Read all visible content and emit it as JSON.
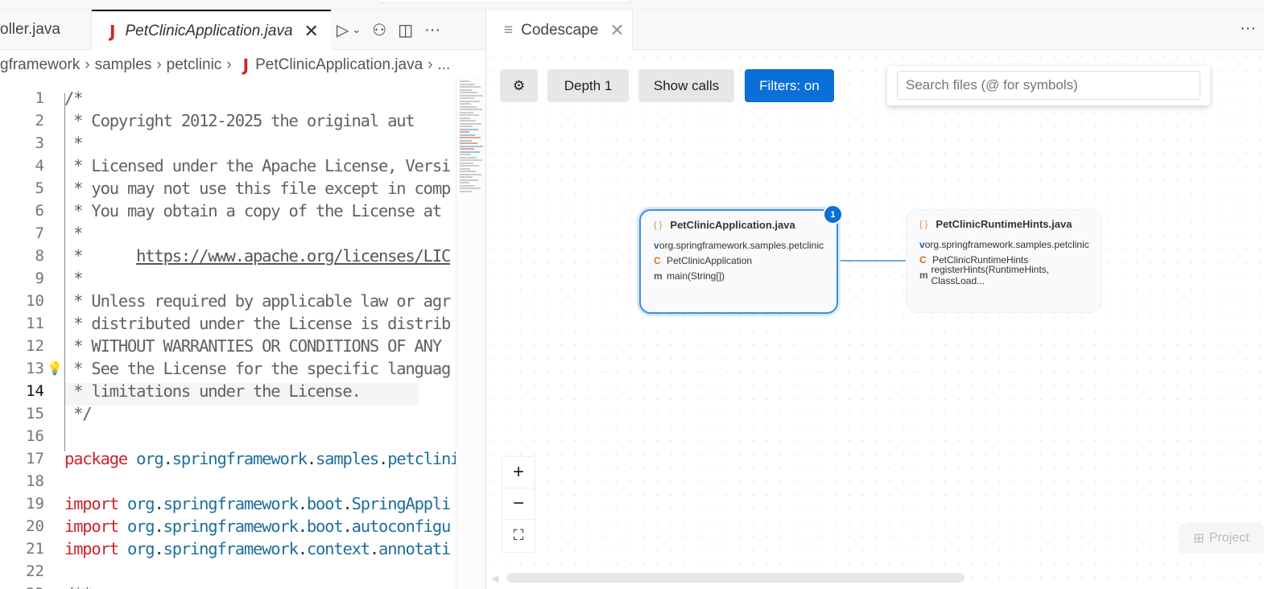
{
  "editor": {
    "tabs": [
      {
        "label": "oller.java"
      },
      {
        "label": "PetClinicApplication.java",
        "icon": "J"
      }
    ],
    "toolbar_icons": [
      "run-debug-icon",
      "chevron-down-icon",
      "hierarchy-icon",
      "split-editor-icon",
      "more-icon"
    ],
    "breadcrumb": [
      "gframework",
      "samples",
      "petclinic",
      "PetClinicApplication.java",
      "..."
    ],
    "current_line": 14,
    "lines": [
      [
        {
          "t": "/*",
          "c": "com"
        }
      ],
      [
        {
          "t": " * Copyright 2012-2025 the original aut",
          "c": "com"
        }
      ],
      [
        {
          "t": " *",
          "c": "com"
        }
      ],
      [
        {
          "t": " * Licensed under the Apache License, Versi",
          "c": "com"
        }
      ],
      [
        {
          "t": " * you may not use this file except in comp",
          "c": "com"
        }
      ],
      [
        {
          "t": " * You may obtain a copy of the License at",
          "c": "com"
        }
      ],
      [
        {
          "t": " *",
          "c": "com"
        }
      ],
      [
        {
          "t": " *      ",
          "c": "com"
        },
        {
          "t": "https://www.apache.org/licenses/LIC",
          "c": "link"
        }
      ],
      [
        {
          "t": " *",
          "c": "com"
        }
      ],
      [
        {
          "t": " * Unless required by applicable law or agr",
          "c": "com"
        }
      ],
      [
        {
          "t": " * distributed under the License is distrib",
          "c": "com"
        }
      ],
      [
        {
          "t": " * WITHOUT WARRANTIES OR CONDITIONS OF ANY",
          "c": "com"
        }
      ],
      [
        {
          "t": " * See the License for the specific languag",
          "c": "com"
        }
      ],
      [
        {
          "t": " * limitations under the License.",
          "c": "com"
        }
      ],
      [
        {
          "t": " */",
          "c": "com"
        }
      ],
      [],
      [
        {
          "t": "package ",
          "c": "kw"
        },
        {
          "t": "org",
          "c": "id"
        },
        {
          "t": ".",
          "c": "pl"
        },
        {
          "t": "springframework",
          "c": "id"
        },
        {
          "t": ".",
          "c": "pl"
        },
        {
          "t": "samples",
          "c": "id"
        },
        {
          "t": ".",
          "c": "pl"
        },
        {
          "t": "petclinic",
          "c": "id"
        }
      ],
      [],
      [
        {
          "t": "import ",
          "c": "kw"
        },
        {
          "t": "org",
          "c": "id"
        },
        {
          "t": ".",
          "c": "pl"
        },
        {
          "t": "springframework",
          "c": "id"
        },
        {
          "t": ".",
          "c": "pl"
        },
        {
          "t": "boot",
          "c": "id"
        },
        {
          "t": ".",
          "c": "pl"
        },
        {
          "t": "SpringAppli",
          "c": "id"
        }
      ],
      [
        {
          "t": "import ",
          "c": "kw"
        },
        {
          "t": "org",
          "c": "id"
        },
        {
          "t": ".",
          "c": "pl"
        },
        {
          "t": "springframework",
          "c": "id"
        },
        {
          "t": ".",
          "c": "pl"
        },
        {
          "t": "boot",
          "c": "id"
        },
        {
          "t": ".",
          "c": "pl"
        },
        {
          "t": "autoconfigu",
          "c": "id"
        }
      ],
      [
        {
          "t": "import ",
          "c": "kw"
        },
        {
          "t": "org",
          "c": "id"
        },
        {
          "t": ".",
          "c": "pl"
        },
        {
          "t": "springframework",
          "c": "id"
        },
        {
          "t": ".",
          "c": "pl"
        },
        {
          "t": "context",
          "c": "id"
        },
        {
          "t": ".",
          "c": "pl"
        },
        {
          "t": "annotati",
          "c": "id"
        }
      ],
      [],
      [
        {
          "t": "/**",
          "c": "com"
        }
      ]
    ]
  },
  "codescape": {
    "tab_label": "Codescape",
    "toolbar": {
      "settings_icon": "gear-icon",
      "depth_label": "Depth 1",
      "show_calls_label": "Show calls",
      "filters_label": "Filters: on"
    },
    "search": {
      "placeholder": "Search files (@ for symbols)",
      "value": ""
    },
    "nodes": [
      {
        "title": "PetClinicApplication.java",
        "selected": true,
        "badge": "1",
        "items": [
          {
            "kind": "v",
            "label": "org.springframework.samples.petclinic"
          },
          {
            "kind": "C",
            "label": "PetClinicApplication"
          },
          {
            "kind": "m",
            "label": "main(String[])"
          }
        ]
      },
      {
        "title": "PetClinicRuntimeHints.java",
        "selected": false,
        "items": [
          {
            "kind": "v",
            "label": "org.springframework.samples.petclinic"
          },
          {
            "kind": "C",
            "label": "PetClinicRuntimeHints"
          },
          {
            "kind": "m",
            "label": "registerHints(RuntimeHints, ClassLoad..."
          }
        ]
      }
    ],
    "zoom_controls": {
      "zoom_in": "+",
      "zoom_out": "−",
      "fit": "⛶"
    },
    "project_button": "Project",
    "colors": {
      "accent": "#0a6fd6",
      "keyword": "#cf222e",
      "identifier": "#1f6f9a"
    }
  }
}
